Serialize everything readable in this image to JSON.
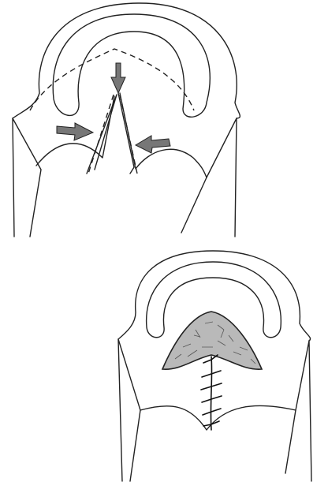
{
  "figure": {
    "panels": [
      {
        "id": "top",
        "elements": [
          "palate-outline",
          "dashed-incision-lines",
          "cleft",
          "arrows"
        ]
      },
      {
        "id": "bottom",
        "elements": [
          "palate-outline",
          "graft",
          "sutures"
        ]
      }
    ],
    "colors": {
      "ink": "#222222",
      "arrow_fill": "#777777",
      "graft_fill": "#b9b9b9",
      "background": "#ffffff"
    }
  }
}
